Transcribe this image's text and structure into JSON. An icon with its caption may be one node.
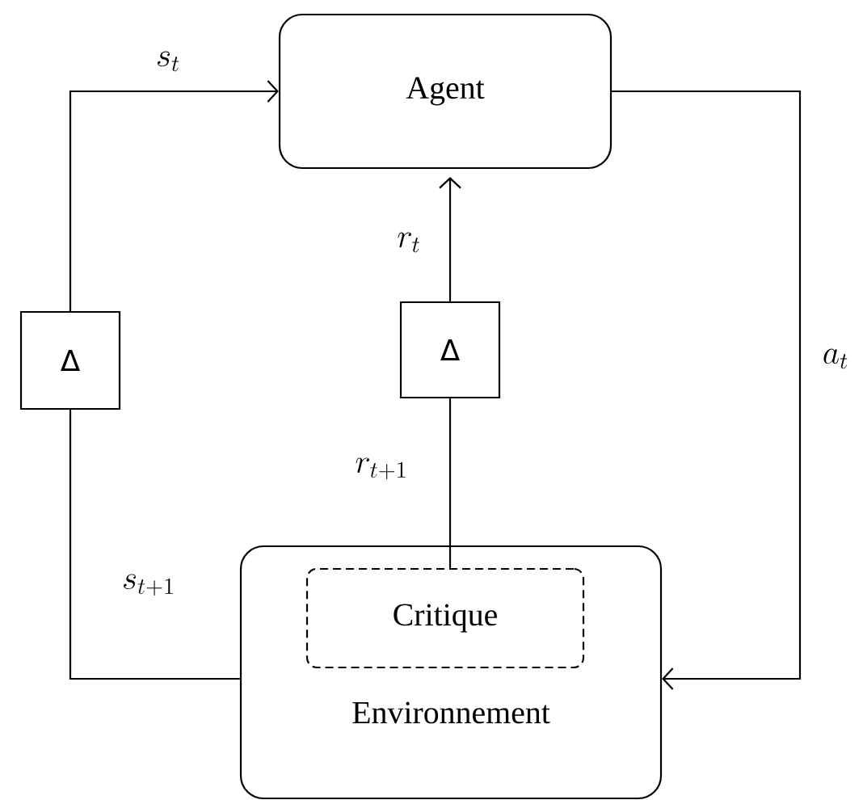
{
  "diagram": {
    "nodes": [
      {
        "text": [
          "Agent"
        ]
      },
      {
        "text": [
          "Environnement"
        ]
      },
      {
        "text": [
          "Critique"
        ],
        "in": 1
      },
      {
        "text": [
          "Δ"
        ]
      },
      {
        "text": [
          "Δ"
        ]
      }
    ],
    "edges": [
      {
        "from": 1,
        "to": 3,
        "arrow": "none",
        "label": "s_{t+1}"
      },
      {
        "from": 3,
        "to": 0,
        "arrow": "to",
        "label": "s_t"
      },
      {
        "from": 2,
        "to": 4,
        "arrow": "none",
        "label": "r_{t+1}"
      },
      {
        "from": 4,
        "to": 0,
        "arrow": "to",
        "label": "r_t"
      },
      {
        "from": 0,
        "to": 1,
        "arrow": "to",
        "label": "a_t"
      }
    ]
  }
}
